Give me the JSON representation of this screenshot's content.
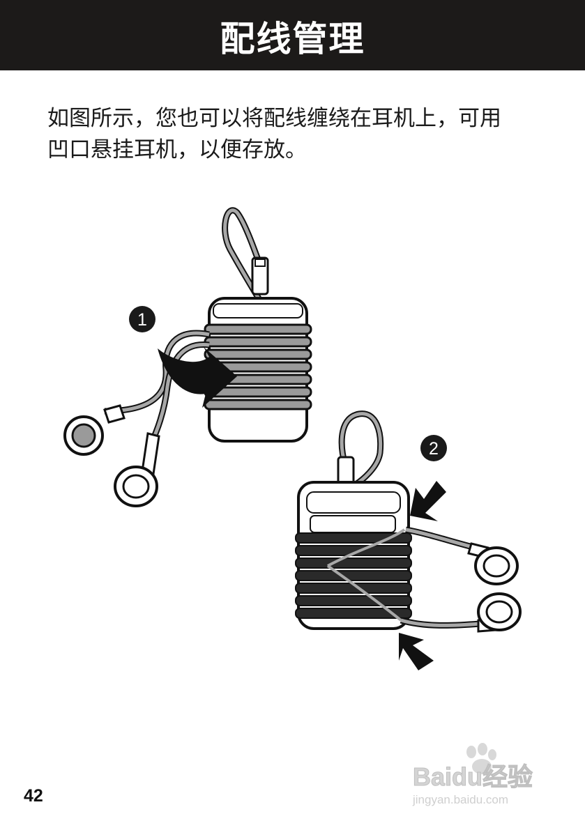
{
  "header": {
    "title": "配线管理"
  },
  "instructions": {
    "line1": "如图所示，您也可以将配线缠绕在耳机上，可用",
    "line2": "凹口悬挂耳机，以便存放。"
  },
  "steps": [
    {
      "marker": "1"
    },
    {
      "marker": "2"
    }
  ],
  "page_number": "42",
  "watermark": {
    "brand": "Baidu经验",
    "url": "jingyan.baidu.com"
  },
  "colors": {
    "header_bg": "#1c1a19",
    "text": "#1a1a1a",
    "cable_gray": "#9a9a9a"
  }
}
